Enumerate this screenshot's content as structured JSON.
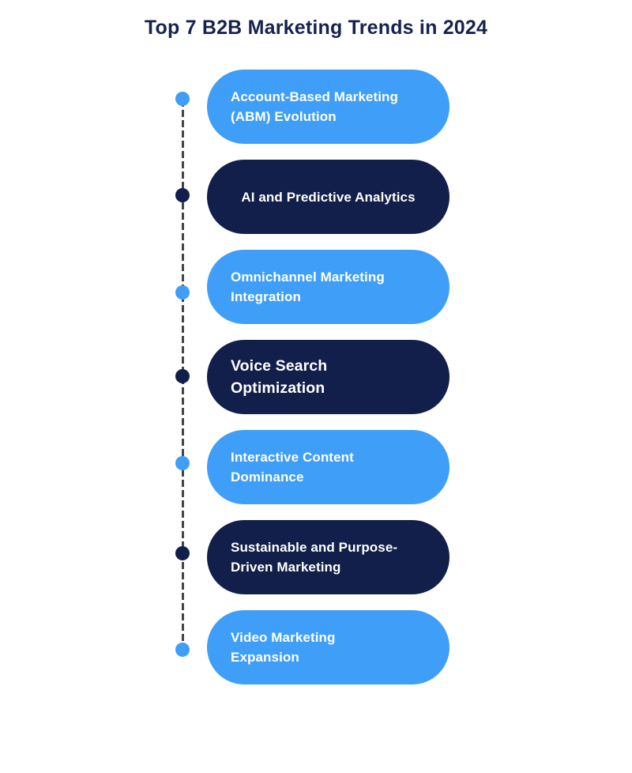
{
  "title": "Top 7 B2B Marketing Trends in 2024",
  "colors": {
    "background": "#FFFFFF",
    "title_text": "#15234E",
    "light_blue": "#3F9EF8",
    "navy": "#121F4A",
    "pill_text": "#FFFFFF",
    "dashed_line": "#454545"
  },
  "timeline": {
    "items": [
      {
        "label": "Account-Based Marketing\n(ABM) Evolution",
        "variant": "light-blue",
        "color": "#3F9EF8"
      },
      {
        "label": "AI and Predictive Analytics",
        "variant": "navy",
        "color": "#121F4A"
      },
      {
        "label": "Omnichannel Marketing\nIntegration",
        "variant": "light-blue",
        "color": "#3F9EF8"
      },
      {
        "label": "Voice Search\nOptimization",
        "variant": "navy",
        "color": "#121F4A"
      },
      {
        "label": "Interactive Content\nDominance",
        "variant": "light-blue",
        "color": "#3F9EF8"
      },
      {
        "label": "Sustainable and Purpose-\nDriven Marketing",
        "variant": "navy",
        "color": "#121F4A"
      },
      {
        "label": "Video Marketing\nExpansion",
        "variant": "light-blue",
        "color": "#3F9EF8"
      }
    ]
  }
}
